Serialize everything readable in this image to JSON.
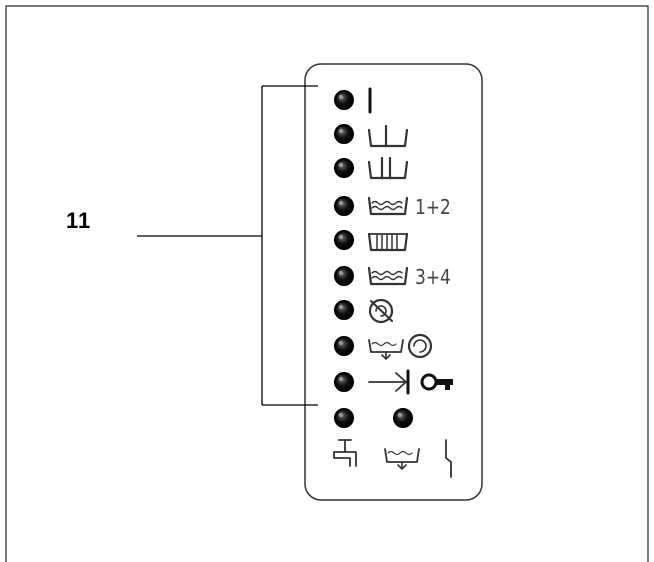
{
  "callout": {
    "number": "11"
  },
  "panel": {
    "indicators": [
      {
        "id": "start",
        "icon": "start-bar-icon",
        "label": ""
      },
      {
        "id": "prewash",
        "icon": "tub-one-bar-icon",
        "label": ""
      },
      {
        "id": "main-wash",
        "icon": "tub-two-bars-icon",
        "label": ""
      },
      {
        "id": "rinse-1-2",
        "icon": "rinse-tub-icon",
        "label": "1+2"
      },
      {
        "id": "intermediate-spin",
        "icon": "tub-comb-icon",
        "label": ""
      },
      {
        "id": "rinse-3-4",
        "icon": "rinse-tub-icon",
        "label": "3+4"
      },
      {
        "id": "rinse-hold",
        "icon": "no-spin-icon",
        "label": ""
      },
      {
        "id": "drain-spin",
        "icon": "drain-spin-icon",
        "label": ""
      },
      {
        "id": "end-door-lock",
        "icon": "end-key-icon",
        "label": ""
      }
    ],
    "bottom_indicators": [
      {
        "id": "tap",
        "icon": "tap-icon"
      },
      {
        "id": "drain",
        "icon": "drain-icon"
      },
      {
        "id": "fault",
        "icon": "fault-icon"
      }
    ]
  },
  "colors": {
    "ink": "#000000",
    "label": "#444444",
    "border": "#333333"
  }
}
